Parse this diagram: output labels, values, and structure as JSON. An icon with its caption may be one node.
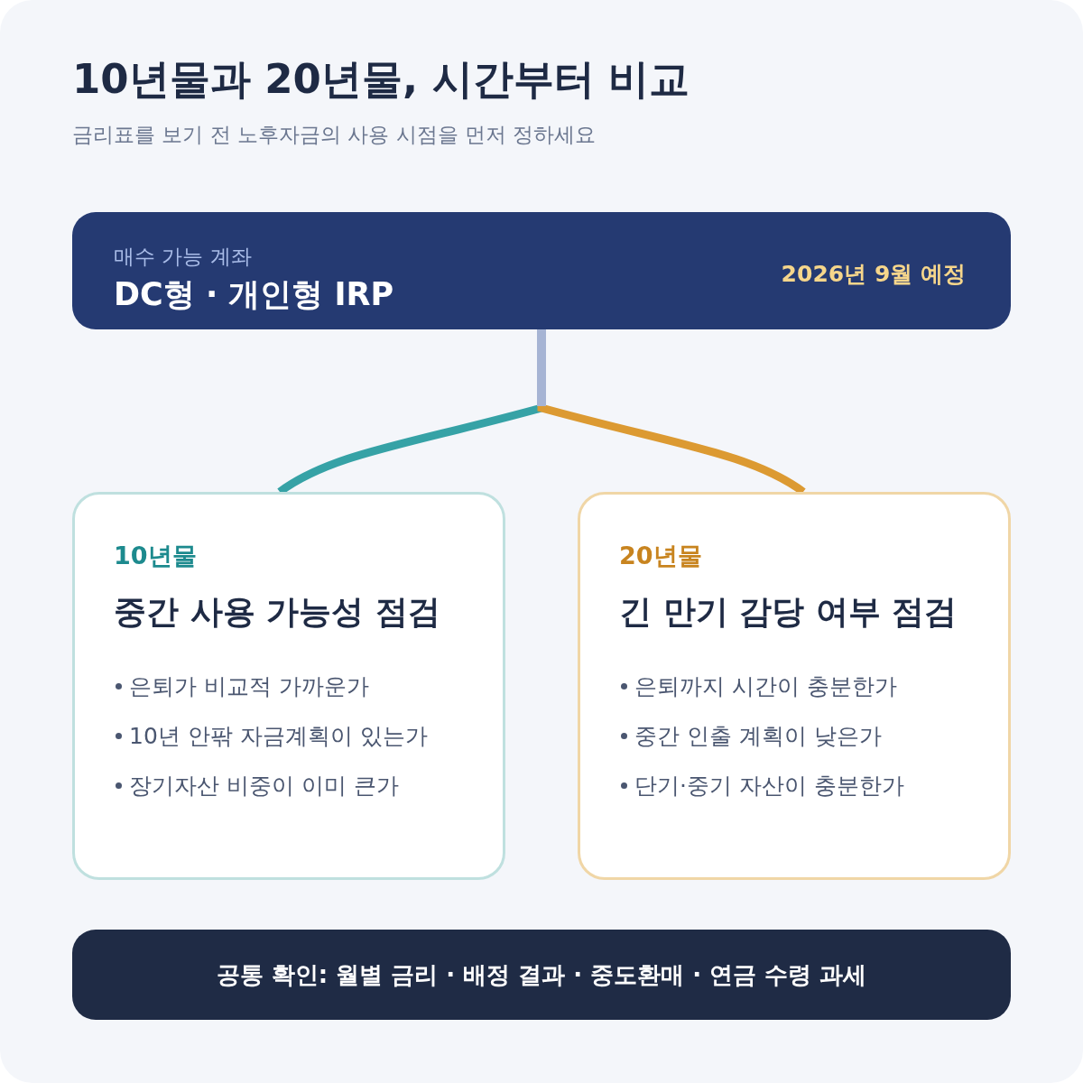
{
  "diagram": {
    "title": "10년물과 20년물, 시간부터 비교",
    "nodes": [
      {
        "text": [
          "매수 가능 계좌",
          "DC형 · 개인형 IRP",
          "2026년 9월 예정"
        ]
      },
      {
        "text": [
          "10년물",
          "중간 사용 가능성 점검",
          "은퇴가 비교적 가까운가",
          "10년 안팎 자금계획이 있는가",
          "장기자산 비중이 이미 큰가"
        ]
      },
      {
        "text": [
          "20년물",
          "긴 만기 감당 여부 점검",
          "은퇴까지 시간이 충분한가",
          "중간 인출 계획이 낮은가",
          "단기·중기 자산이 충분한가"
        ]
      },
      {
        "text": [
          "공통 확인: 월별 금리 · 배정 결과 · 중도환매 · 연금 수령 과세"
        ]
      }
    ],
    "edges": [
      {
        "from": 0,
        "to": 1,
        "arrow": "none",
        "color": "#36a2a6"
      },
      {
        "from": 0,
        "to": 2,
        "arrow": "none",
        "color": "#dc9a32"
      }
    ],
    "labels": [
      "금리표를 보기 전 노후자금의 사용 시점을 먼저 정하세요"
    ]
  }
}
